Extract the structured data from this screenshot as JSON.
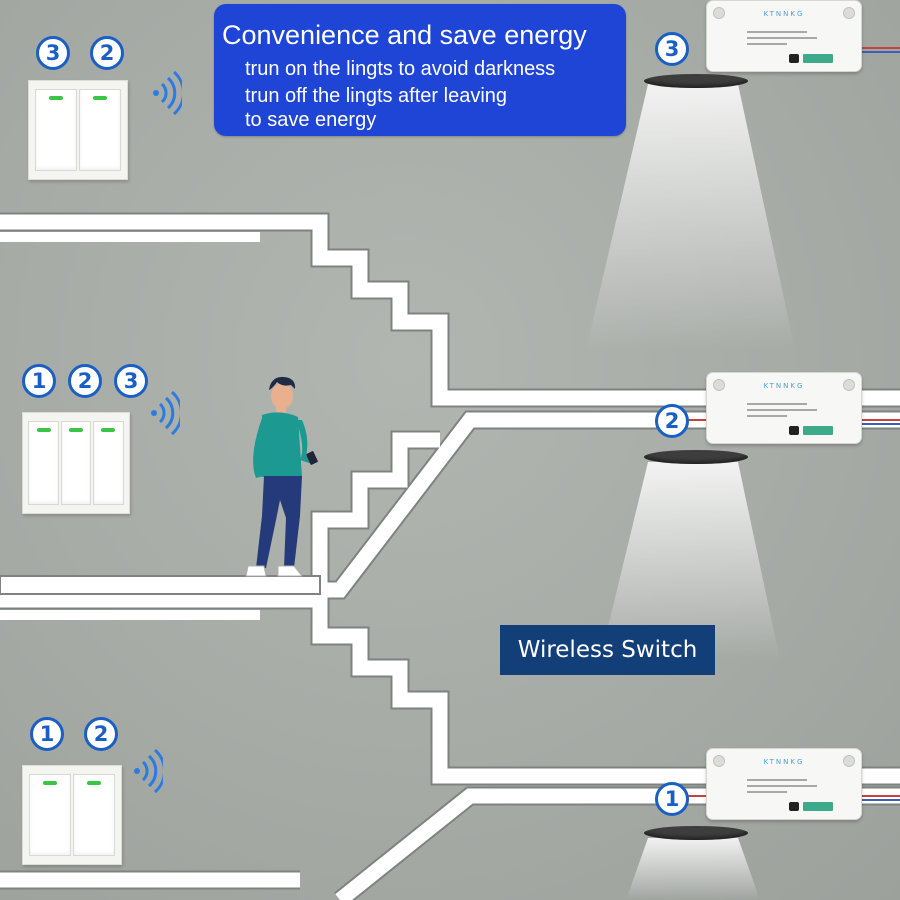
{
  "info_box": {
    "title": "Convenience and save energy",
    "lines": [
      "trun on the lingts to  avoid darkness",
      "trun off the lingts after leaving",
      "to save energy"
    ]
  },
  "wireless_label": "Wireless Switch",
  "floors": [
    {
      "switch_badges": [
        "3",
        "2"
      ],
      "gang_count": 2,
      "receiver_badge": "3",
      "receiver_brand": "KTNNKG"
    },
    {
      "switch_badges": [
        "1",
        "2",
        "3"
      ],
      "gang_count": 3,
      "receiver_badge": "2",
      "receiver_brand": "KTNNKG"
    },
    {
      "switch_badges": [
        "1",
        "2"
      ],
      "gang_count": 2,
      "receiver_badge": "1",
      "receiver_brand": "KTNNKG"
    }
  ],
  "colors": {
    "wall": "#a8aca7",
    "info_box": "#1f45d6",
    "wireless_label": "#123f77",
    "badge": "#1a5fc4",
    "signal": "#2d7ae0",
    "led": "#3cc447",
    "person_shirt": "#1c9a92",
    "person_pants": "#243a7a"
  },
  "icons": [
    "wireless-signal-icon",
    "person-with-phone"
  ]
}
